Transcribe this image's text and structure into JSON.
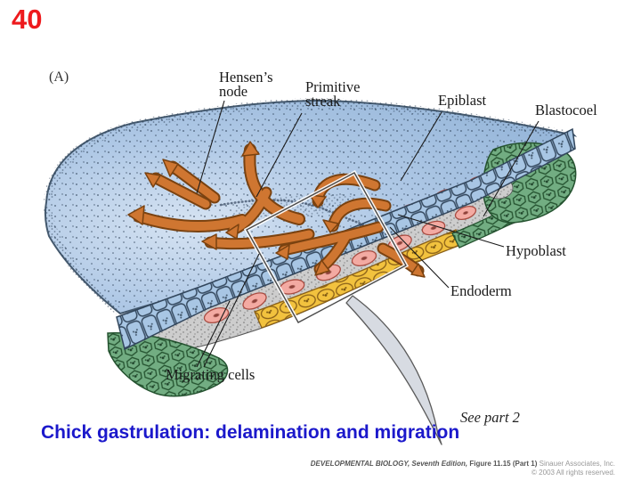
{
  "slide": {
    "number": "40",
    "number_color": "#ee1a1d"
  },
  "figure": {
    "panel_label": "(A)",
    "labels": {
      "hensens_node": {
        "line1": "Hensen’s",
        "line2": "node"
      },
      "primitive_streak": {
        "line1": "Primitive",
        "line2": "streak"
      },
      "epiblast": "Epiblast",
      "blastocoel": "Blastocoel",
      "hypoblast": "Hypoblast",
      "endoderm": "Endoderm",
      "migrating_cells": "Migrating cells",
      "see_part_2": "See part 2"
    },
    "structure_colors": {
      "epiblast_surface": "#a9c4e2",
      "epiblast_cells": "#a8c6e4",
      "migrating_cells_pink": "#f3aaa2",
      "hypoblast_green": "#72ad82",
      "endoderm_yellow": "#f2c23e",
      "movement_arrows_orange": "#cf7631",
      "blastocoel_matrix_gray": "#cdcdcd"
    }
  },
  "caption": {
    "text": "Chick gastrulation: delamination and migration",
    "color": "#1b18cb"
  },
  "credit": {
    "book_title": "DEVELOPMENTAL BIOLOGY, Seventh Edition,",
    "figure_ref": "Figure 11.15 (Part 1)",
    "publisher": "Sinauer Associates, Inc.",
    "copyright": "© 2003 All rights reserved."
  }
}
